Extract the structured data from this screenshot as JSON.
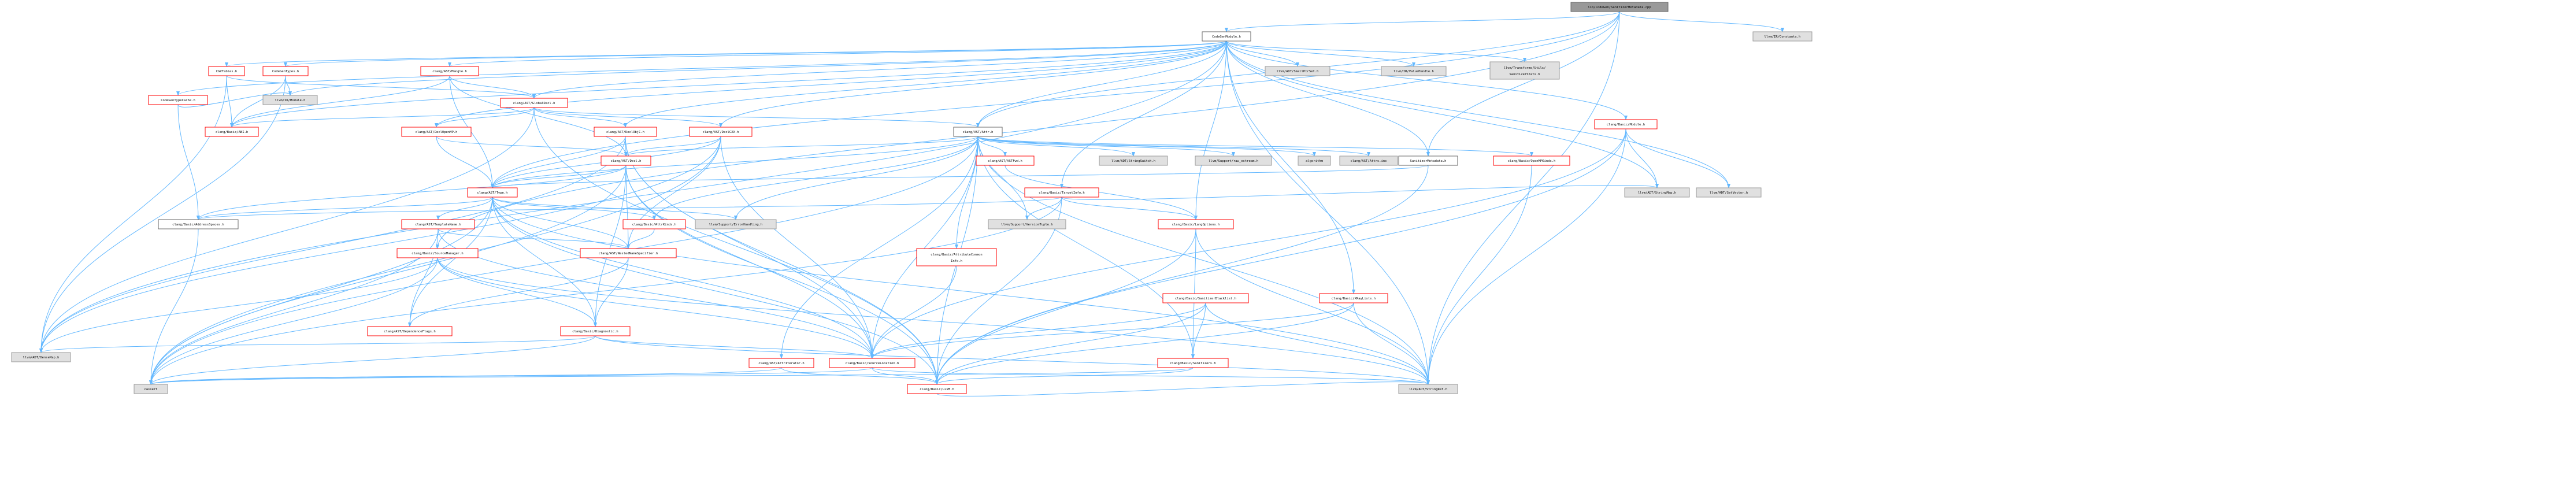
{
  "diagram": {
    "colors": {
      "edge": "#63b8ff",
      "root_fill": "#999999",
      "root_border": "#666666",
      "node_fill": "#ffffff",
      "node_border": "#666666",
      "truncated_border": "#ff0000",
      "external_fill": "#e0e0e0",
      "external_border": "#999999",
      "text": "#000000"
    },
    "nodes": [
      {
        "id": "root",
        "label": "lib/CodeGen/SanitizerMetadata.cpp",
        "kind": "root"
      },
      {
        "id": "cgmodule",
        "label": "CodeGenModule.h",
        "kind": "file"
      },
      {
        "id": "irconstants",
        "label": "llvm/IR/Constants.h",
        "kind": "external"
      },
      {
        "id": "cgtables",
        "label": "CGVTables.h",
        "kind": "truncated"
      },
      {
        "id": "cgtypes",
        "label": "CodeGenTypes.h",
        "kind": "truncated"
      },
      {
        "id": "mangle",
        "label": "clang/AST/Mangle.h",
        "kind": "truncated"
      },
      {
        "id": "smallptrset",
        "label": "llvm/ADT/SmallPtrSet.h",
        "kind": "external"
      },
      {
        "id": "valuehandle",
        "label": "llvm/IR/ValueHandle.h",
        "kind": "external"
      },
      {
        "id": "sanstats",
        "label": "llvm/Transforms/Utils/SanitizerStats.h",
        "kind": "external"
      },
      {
        "id": "basicmodule",
        "label": "clang/Basic/Module.h",
        "kind": "truncated"
      },
      {
        "id": "cgtypecache",
        "label": "CodeGenTypeCache.h",
        "kind": "truncated"
      },
      {
        "id": "irmodule",
        "label": "llvm/IR/Module.h",
        "kind": "external"
      },
      {
        "id": "globaldecl",
        "label": "clang/AST/GlobalDecl.h",
        "kind": "truncated"
      },
      {
        "id": "basicabi",
        "label": "clang/Basic/ABI.h",
        "kind": "truncated"
      },
      {
        "id": "attr",
        "label": "clang/AST/Attr.h",
        "kind": "file"
      },
      {
        "id": "declopenmp",
        "label": "clang/AST/DeclOpenMP.h",
        "kind": "truncated"
      },
      {
        "id": "declobjc",
        "label": "clang/AST/DeclObjC.h",
        "kind": "truncated"
      },
      {
        "id": "declcxx",
        "label": "clang/AST/DeclCXX.h",
        "kind": "truncated"
      },
      {
        "id": "astfwd",
        "label": "clang/AST/ASTFwd.h",
        "kind": "truncated"
      },
      {
        "id": "stringswitch",
        "label": "llvm/ADT/StringSwitch.h",
        "kind": "external"
      },
      {
        "id": "rawostream",
        "label": "llvm/Support/raw_ostream.h",
        "kind": "external"
      },
      {
        "id": "algorithm",
        "label": "algorithm",
        "kind": "external"
      },
      {
        "id": "attrsinc",
        "label": "clang/AST/Attrs.inc",
        "kind": "external"
      },
      {
        "id": "sanmeta",
        "label": "SanitizerMetadata.h",
        "kind": "file"
      },
      {
        "id": "openmpkinds",
        "label": "clang/Basic/OpenMPKinds.h",
        "kind": "truncated"
      },
      {
        "id": "decl",
        "label": "clang/AST/Decl.h",
        "kind": "truncated"
      },
      {
        "id": "targetinfo",
        "label": "clang/Basic/TargetInfo.h",
        "kind": "truncated"
      },
      {
        "id": "stringmap",
        "label": "llvm/ADT/StringMap.h",
        "kind": "external"
      },
      {
        "id": "setvector",
        "label": "llvm/ADT/SetVector.h",
        "kind": "external"
      },
      {
        "id": "asttype",
        "label": "clang/AST/Type.h",
        "kind": "truncated"
      },
      {
        "id": "addrspaces",
        "label": "clang/Basic/AddressSpaces.h",
        "kind": "file"
      },
      {
        "id": "templatename",
        "label": "clang/AST/TemplateName.h",
        "kind": "truncated"
      },
      {
        "id": "attrkinds",
        "label": "clang/Basic/AttrKinds.h",
        "kind": "truncated"
      },
      {
        "id": "errorhandling",
        "label": "llvm/Support/ErrorHandling.h",
        "kind": "external"
      },
      {
        "id": "versiontuple",
        "label": "llvm/Support/VersionTuple.h",
        "kind": "external"
      },
      {
        "id": "langopts",
        "label": "clang/Basic/LangOptions.h",
        "kind": "truncated"
      },
      {
        "id": "srcmanager",
        "label": "clang/Basic/SourceManager.h",
        "kind": "truncated"
      },
      {
        "id": "nns",
        "label": "clang/AST/NestedNameSpecifier.h",
        "kind": "truncated"
      },
      {
        "id": "attrcommon",
        "label": "clang/Basic/AttributeCommonInfo.h",
        "kind": "truncated"
      },
      {
        "id": "sanblacklist",
        "label": "clang/Basic/SanitizerBlacklist.h",
        "kind": "truncated"
      },
      {
        "id": "xraylists",
        "label": "clang/Basic/XRayLists.h",
        "kind": "truncated"
      },
      {
        "id": "depflags",
        "label": "clang/AST/DependenceFlags.h",
        "kind": "truncated"
      },
      {
        "id": "diagnostic",
        "label": "clang/Basic/Diagnostic.h",
        "kind": "truncated"
      },
      {
        "id": "densemap",
        "label": "llvm/ADT/DenseMap.h",
        "kind": "external"
      },
      {
        "id": "attriterator",
        "label": "clang/AST/AttrIterator.h",
        "kind": "truncated"
      },
      {
        "id": "srclocation",
        "label": "clang/Basic/SourceLocation.h",
        "kind": "truncated"
      },
      {
        "id": "sanitizers",
        "label": "clang/Basic/Sanitizers.h",
        "kind": "truncated"
      },
      {
        "id": "cassert",
        "label": "cassert",
        "kind": "external"
      },
      {
        "id": "llvmh",
        "label": "clang/Basic/LLVM.h",
        "kind": "truncated"
      },
      {
        "id": "stringref",
        "label": "llvm/ADT/StringRef.h",
        "kind": "external"
      }
    ],
    "edges": [
      [
        "root",
        "cgmodule"
      ],
      [
        "root",
        "irconstants"
      ],
      [
        "root",
        "sanmeta"
      ],
      [
        "root",
        "attr"
      ],
      [
        "root",
        "asttype"
      ],
      [
        "root",
        "srcmanager"
      ],
      [
        "root",
        "stringref"
      ],
      [
        "cgmodule",
        "cgtables"
      ],
      [
        "cgmodule",
        "cgtypes"
      ],
      [
        "cgmodule",
        "mangle"
      ],
      [
        "cgmodule",
        "smallptrset"
      ],
      [
        "cgmodule",
        "valuehandle"
      ],
      [
        "cgmodule",
        "sanstats"
      ],
      [
        "cgmodule",
        "basicmodule"
      ],
      [
        "cgmodule",
        "cgtypecache"
      ],
      [
        "cgmodule",
        "irmodule"
      ],
      [
        "cgmodule",
        "globaldecl"
      ],
      [
        "cgmodule",
        "basicabi"
      ],
      [
        "cgmodule",
        "attr"
      ],
      [
        "cgmodule",
        "declopenmp"
      ],
      [
        "cgmodule",
        "declobjc"
      ],
      [
        "cgmodule",
        "declcxx"
      ],
      [
        "cgmodule",
        "sanmeta"
      ],
      [
        "cgmodule",
        "targetinfo"
      ],
      [
        "cgmodule",
        "stringmap"
      ],
      [
        "cgmodule",
        "setvector"
      ],
      [
        "cgmodule",
        "langopts"
      ],
      [
        "cgmodule",
        "xraylists"
      ],
      [
        "cgmodule",
        "densemap"
      ],
      [
        "cgmodule",
        "stringref"
      ],
      [
        "cgtables",
        "globaldecl"
      ],
      [
        "cgtables",
        "basicabi"
      ],
      [
        "cgtables",
        "densemap"
      ],
      [
        "cgtypes",
        "irmodule"
      ],
      [
        "cgtypes",
        "basicabi"
      ],
      [
        "cgtypes",
        "densemap"
      ],
      [
        "mangle",
        "globaldecl"
      ],
      [
        "mangle",
        "decl"
      ],
      [
        "mangle",
        "asttype"
      ],
      [
        "mangle",
        "basicabi"
      ],
      [
        "basicmodule",
        "stringmap"
      ],
      [
        "basicmodule",
        "setvector"
      ],
      [
        "basicmodule",
        "srclocation"
      ],
      [
        "basicmodule",
        "stringref"
      ],
      [
        "basicmodule",
        "llvmh"
      ],
      [
        "cgtypecache",
        "addrspaces"
      ],
      [
        "cgtypecache",
        "irmodule"
      ],
      [
        "globaldecl",
        "attr"
      ],
      [
        "globaldecl",
        "declopenmp"
      ],
      [
        "globaldecl",
        "declobjc"
      ],
      [
        "globaldecl",
        "declcxx"
      ],
      [
        "globaldecl",
        "basicabi"
      ],
      [
        "globaldecl",
        "llvmh"
      ],
      [
        "globaldecl",
        "densemap"
      ],
      [
        "attr",
        "astfwd"
      ],
      [
        "attr",
        "stringswitch"
      ],
      [
        "attr",
        "rawostream"
      ],
      [
        "attr",
        "algorithm"
      ],
      [
        "attr",
        "attrsinc"
      ],
      [
        "attr",
        "openmpkinds"
      ],
      [
        "attr",
        "decl"
      ],
      [
        "attr",
        "asttype"
      ],
      [
        "attr",
        "attrkinds"
      ],
      [
        "attr",
        "errorhandling"
      ],
      [
        "attr",
        "versiontuple"
      ],
      [
        "attr",
        "attriterator"
      ],
      [
        "attr",
        "srclocation"
      ],
      [
        "attr",
        "sanitizers"
      ],
      [
        "attr",
        "llvmh"
      ],
      [
        "attr",
        "cassert"
      ],
      [
        "attr",
        "attrcommon"
      ],
      [
        "attr",
        "stringref"
      ],
      [
        "declopenmp",
        "decl"
      ],
      [
        "declopenmp",
        "asttype"
      ],
      [
        "declobjc",
        "decl"
      ],
      [
        "declobjc",
        "asttype"
      ],
      [
        "declobjc",
        "densemap"
      ],
      [
        "declobjc",
        "srclocation"
      ],
      [
        "declobjc",
        "llvmh"
      ],
      [
        "declcxx",
        "decl"
      ],
      [
        "declcxx",
        "asttype"
      ],
      [
        "declcxx",
        "nns"
      ],
      [
        "declcxx",
        "srclocation"
      ],
      [
        "declcxx",
        "densemap"
      ],
      [
        "declcxx",
        "cassert"
      ],
      [
        "astfwd",
        "langopts"
      ],
      [
        "sanmeta",
        "asttype"
      ],
      [
        "sanmeta",
        "llvmh"
      ],
      [
        "openmpkinds",
        "stringref"
      ],
      [
        "decl",
        "asttype"
      ],
      [
        "decl",
        "nns"
      ],
      [
        "decl",
        "diagnostic"
      ],
      [
        "decl",
        "srclocation"
      ],
      [
        "decl",
        "llvmh"
      ],
      [
        "decl",
        "cassert"
      ],
      [
        "decl",
        "addrspaces"
      ],
      [
        "targetinfo",
        "addrspaces"
      ],
      [
        "targetinfo",
        "langopts"
      ],
      [
        "targetinfo",
        "stringmap"
      ],
      [
        "targetinfo",
        "versiontuple"
      ],
      [
        "targetinfo",
        "llvmh"
      ],
      [
        "targetinfo",
        "cassert"
      ],
      [
        "asttype",
        "addrspaces"
      ],
      [
        "asttype",
        "templatename"
      ],
      [
        "asttype",
        "attrkinds"
      ],
      [
        "asttype",
        "errorhandling"
      ],
      [
        "asttype",
        "nns"
      ],
      [
        "asttype",
        "depflags"
      ],
      [
        "asttype",
        "diagnostic"
      ],
      [
        "asttype",
        "srclocation"
      ],
      [
        "asttype",
        "llvmh"
      ],
      [
        "asttype",
        "cassert"
      ],
      [
        "asttype",
        "stringref"
      ],
      [
        "addrspaces",
        "cassert"
      ],
      [
        "templatename",
        "nns"
      ],
      [
        "templatename",
        "depflags"
      ],
      [
        "templatename",
        "srclocation"
      ],
      [
        "templatename",
        "cassert"
      ],
      [
        "attrkinds",
        "nns"
      ],
      [
        "langopts",
        "sanitizers"
      ],
      [
        "langopts",
        "llvmh"
      ],
      [
        "langopts",
        "stringref"
      ],
      [
        "srcmanager",
        "diagnostic"
      ],
      [
        "srcmanager",
        "srclocation"
      ],
      [
        "srcmanager",
        "densemap"
      ],
      [
        "srcmanager",
        "cassert"
      ],
      [
        "srcmanager",
        "stringref"
      ],
      [
        "nns",
        "diagnostic"
      ],
      [
        "nns",
        "depflags"
      ],
      [
        "attrcommon",
        "srclocation"
      ],
      [
        "sanblacklist",
        "srclocation"
      ],
      [
        "sanblacklist",
        "sanitizers"
      ],
      [
        "sanblacklist",
        "llvmh"
      ],
      [
        "sanblacklist",
        "stringref"
      ],
      [
        "xraylists",
        "srclocation"
      ],
      [
        "xraylists",
        "llvmh"
      ],
      [
        "xraylists",
        "stringref"
      ],
      [
        "diagnostic",
        "srclocation"
      ],
      [
        "diagnostic",
        "densemap"
      ],
      [
        "diagnostic",
        "cassert"
      ],
      [
        "diagnostic",
        "stringref"
      ],
      [
        "attriterator",
        "llvmh"
      ],
      [
        "attriterator",
        "cassert"
      ],
      [
        "srclocation",
        "llvmh"
      ],
      [
        "srclocation",
        "cassert"
      ],
      [
        "srclocation",
        "stringref"
      ],
      [
        "sanitizers",
        "llvmh"
      ],
      [
        "sanitizers",
        "cassert"
      ],
      [
        "llvmh",
        "stringref"
      ]
    ]
  }
}
